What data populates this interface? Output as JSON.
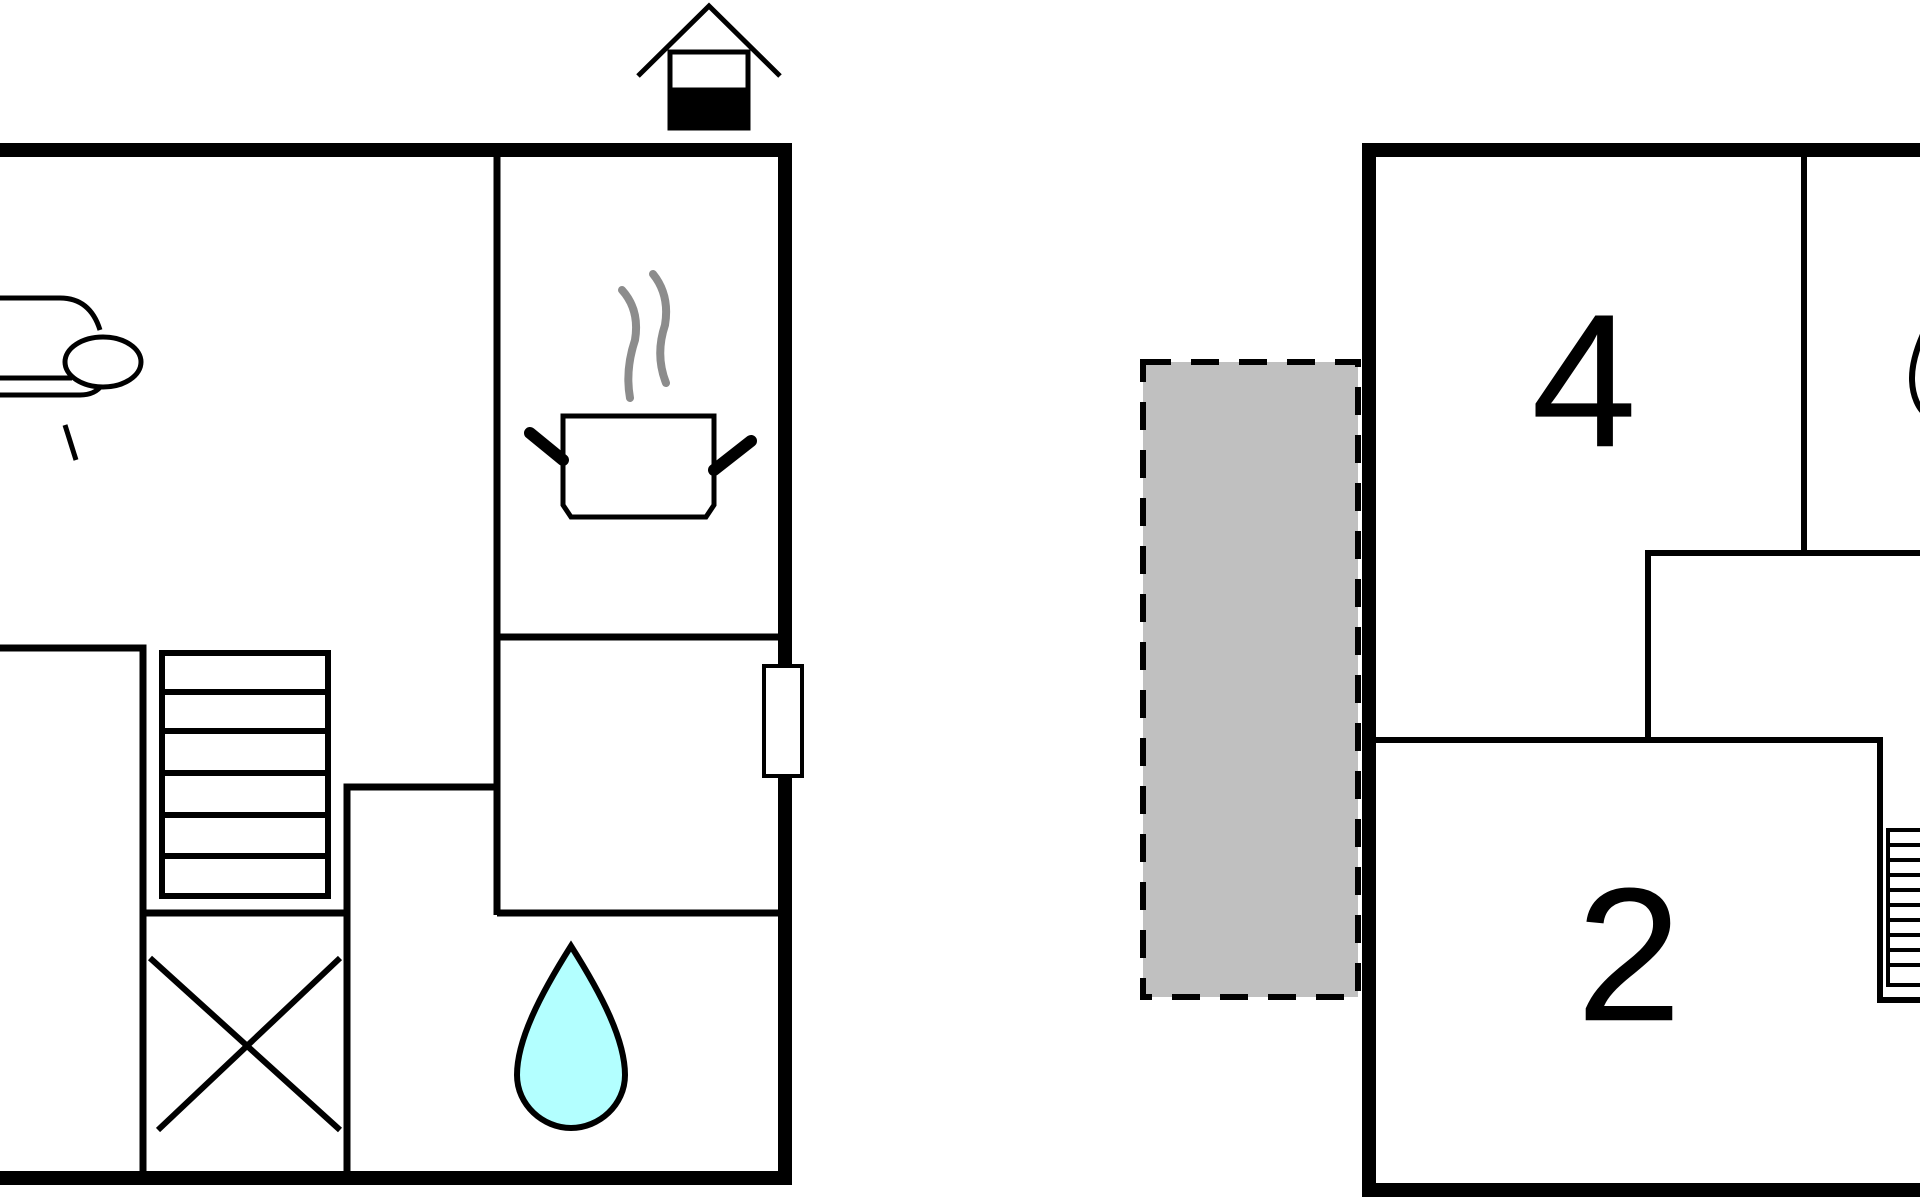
{
  "floor_plan": {
    "colors": {
      "wall": "#000000",
      "background": "#ffffff",
      "terrace_fill": "#c0c0c0",
      "steam": "#8c8c8c",
      "water": "#b3ffff"
    },
    "ground_floor": {
      "icons": [
        "armchair-icon",
        "cooking-pot-icon",
        "steam-icon",
        "water-drop-icon",
        "well-house-icon",
        "staircase-icon",
        "storage-cross-icon",
        "window-icon"
      ]
    },
    "upper_floor": {
      "room_labels": [
        "4",
        "2"
      ],
      "icons": [
        "terrace-area",
        "water-drop-icon",
        "staircase-icon"
      ]
    }
  }
}
